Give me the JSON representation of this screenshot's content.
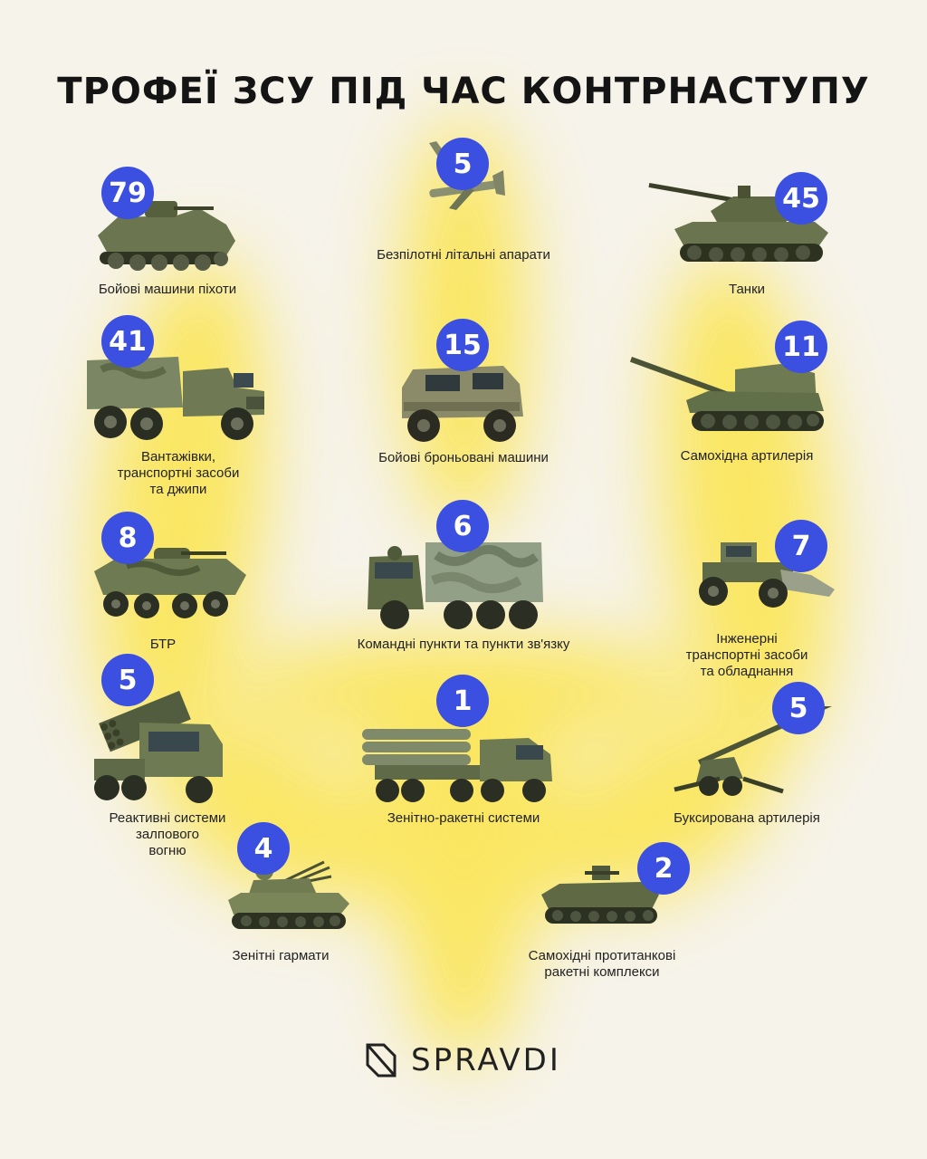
{
  "title": "ТРОФЕЇ ЗСУ ПІД ЧАС КОНТРНАСТУПУ",
  "colors": {
    "badge": "#3b4fe0",
    "background": "#f6f3ea",
    "glow": "#f9e24a",
    "vehicle": "#5c6a3f"
  },
  "items": [
    {
      "count": "79",
      "label": "Бойові машини піхоти",
      "icon": "ifv-icon"
    },
    {
      "count": "5",
      "label": "Безпілотні літальні апарати",
      "icon": "drone-icon"
    },
    {
      "count": "45",
      "label": "Танки",
      "icon": "tank-icon"
    },
    {
      "count": "41",
      "label_lines": [
        "Вантажівки,",
        "транспортні засоби",
        "та джипи"
      ],
      "icon": "truck-icon"
    },
    {
      "count": "15",
      "label": "Бойові броньовані машини",
      "icon": "armored-car-icon"
    },
    {
      "count": "11",
      "label": "Самохідна артилерія",
      "icon": "sp-artillery-icon"
    },
    {
      "count": "8",
      "label": "БТР",
      "icon": "apc-icon"
    },
    {
      "count": "6",
      "label": "Командні пункти та пункти зв'язку",
      "icon": "command-truck-icon"
    },
    {
      "count": "7",
      "label_lines": [
        "Інженерні",
        "транспортні засоби",
        "та обладнання"
      ],
      "icon": "engineering-vehicle-icon"
    },
    {
      "count": "5",
      "label_lines": [
        "Реактивні системи",
        "залпового",
        "вогню"
      ],
      "icon": "mlrs-icon"
    },
    {
      "count": "1",
      "label": "Зенітно-ракетні системи",
      "icon": "sam-system-icon"
    },
    {
      "count": "5",
      "label": "Буксирована артилерія",
      "icon": "towed-artillery-icon"
    },
    {
      "count": "4",
      "label": "Зенітні гармати",
      "icon": "aa-gun-icon"
    },
    {
      "count": "2",
      "label_lines": [
        "Самохідні протитанкові",
        "ракетні комплекси"
      ],
      "icon": "atgm-vehicle-icon"
    }
  ],
  "logo": {
    "text": "SPRAVDI",
    "icon": "spravdi-logo-icon"
  }
}
